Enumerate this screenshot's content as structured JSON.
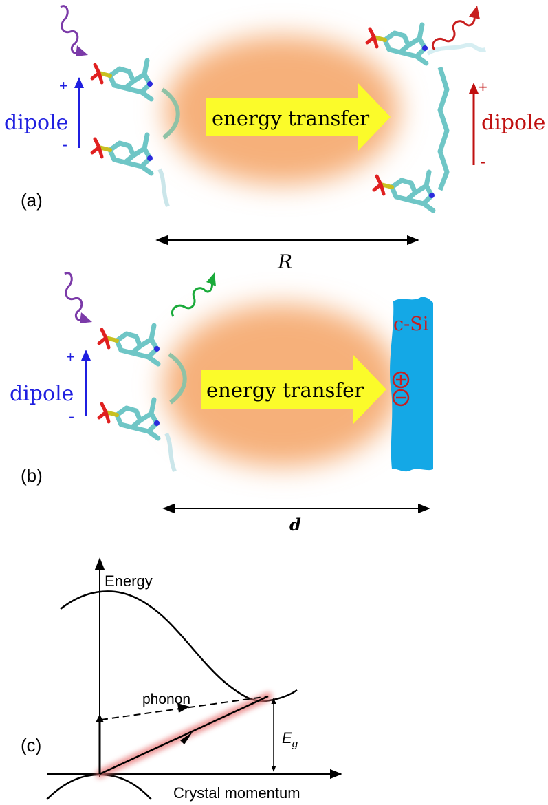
{
  "panel_a": {
    "label": "(a)",
    "arrow_text": "energy transfer",
    "donor_dipole": {
      "text": "dipole",
      "plus": "+",
      "minus": "-"
    },
    "acceptor_dipole": {
      "text": "dipole",
      "plus": "+",
      "minus": "-"
    },
    "distance": "R"
  },
  "panel_b": {
    "label": "(b)",
    "arrow_text": "energy transfer",
    "donor_dipole": {
      "text": "dipole",
      "plus": "+",
      "minus": "-"
    },
    "surface_label": "c-Si",
    "distance": "d"
  },
  "panel_c": {
    "label": "(c)",
    "y_axis": "Energy",
    "x_axis": "Crystal momentum",
    "phonon": "phonon",
    "gap_symbol": "E",
    "gap_subscript": "g"
  },
  "colors": {
    "donor": "#1f1fe0",
    "acceptor": "#c01010",
    "glow": "#f6b07a",
    "arrow_fill": "#fbfb2a",
    "silicon": "#14a8e6",
    "silicon_text": "#c81e1e",
    "photon_in": "#7b3aa8",
    "photon_out_a": "#c81e1e",
    "photon_out_b": "#1aaa3a",
    "molecule": "#6fc6c6",
    "sulfur": "#c8c020",
    "oxygen": "#e02020",
    "nitrogen": "#2b2bdd"
  }
}
